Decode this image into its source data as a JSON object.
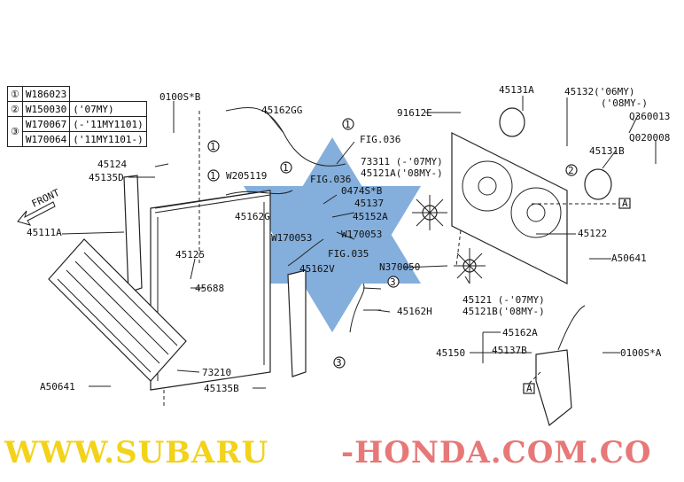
{
  "legend_table": [
    {
      "ref": "①",
      "part": "W186023",
      "note": ""
    },
    {
      "ref": "②",
      "part": "W150030",
      "note": "('07MY)"
    },
    {
      "ref": "③",
      "part": "W170067",
      "note": "(-'11MY1101)"
    },
    {
      "ref": "",
      "part": "W170064",
      "note": "('11MY1101-)"
    }
  ],
  "labels": {
    "l0100sb_top": "0100S*B",
    "l45162gg": "45162GG",
    "l91612e": "91612E",
    "l45131a": "45131A",
    "l45132": "45132('06MY)",
    "l45132b": "('08MY-)",
    "lq360013": "Q360013",
    "lq020008": "Q020008",
    "l45131b": "45131B",
    "lfig036a": "FIG.036",
    "l73311": "73311 (-'07MY)",
    "l45121a": "45121A('08MY-)",
    "lfig036b": "FIG.036",
    "l0474sb": "0474S*B",
    "l45137": "45137",
    "l45152a": "45152A",
    "lw170053a": "W170053",
    "lw170053b": "W170053",
    "lw205119": "W205119",
    "l45162g": "45162G",
    "l45124": "45124",
    "l45135d": "45135D",
    "l45111a": "45111A",
    "l45125": "45125",
    "l45688": "45688",
    "lfig035": "FIG.035",
    "l45162v": "45162V",
    "ln370050": "N370050",
    "l45162h": "45162H",
    "l45122": "45122",
    "la50641r": "A50641",
    "l45121": "45121 (-'07MY)",
    "l45121b": "45121B('08MY-)",
    "l45162a": "45162A",
    "l45150": "45150",
    "l45137b": "45137B",
    "l0100sa": "0100S*A",
    "l73210": "73210",
    "la50641l": "A50641",
    "l45135b": "45135B",
    "front": "FRONT",
    "boxA1": "A",
    "boxA2": "A"
  },
  "watermark": {
    "part1": "WWW.SUBARU",
    "part2": "-HONDA.COM.CO",
    "color1": "#f3d21a",
    "color2": "#e56a6a"
  },
  "star_color": "#5b93cf"
}
